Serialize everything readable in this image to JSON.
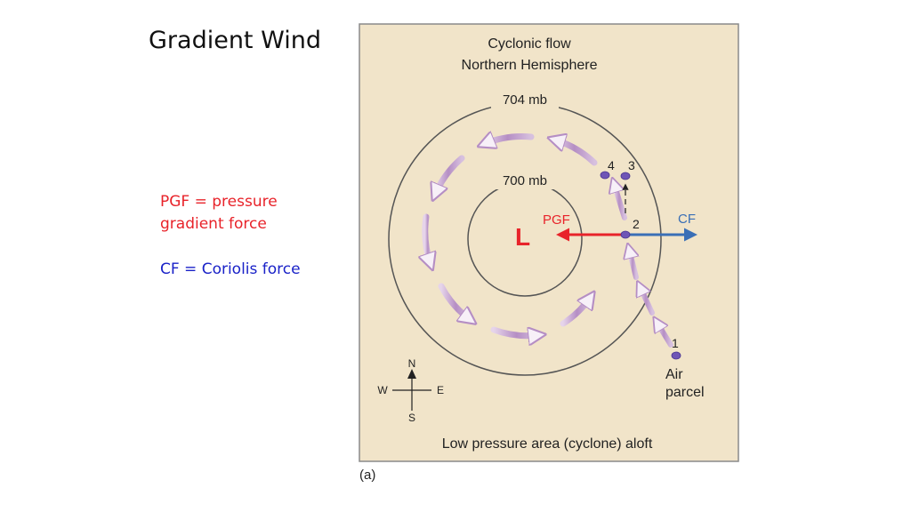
{
  "slide": {
    "title": "Gradient Wind",
    "pgf_definition_line1": "PGF = pressure",
    "pgf_definition_line2": "gradient force",
    "cf_definition": "CF = Coriolis force"
  },
  "diagram": {
    "title_line1": "Cyclonic flow",
    "title_line2": "Northern Hemisphere",
    "outer_isobar_label": "704 mb",
    "inner_isobar_label": "700 mb",
    "low_symbol": "L",
    "pgf_label": "PGF",
    "cf_label": "CF",
    "parcel_labels": {
      "p1": "1",
      "p2": "2",
      "p3": "3",
      "p4": "4"
    },
    "air_parcel_line1": "Air",
    "air_parcel_line2": "parcel",
    "compass": {
      "n": "N",
      "s": "S",
      "e": "E",
      "w": "W"
    },
    "bottom_caption": "Low pressure area (cyclone) aloft",
    "panel_label": "(a)"
  },
  "colors": {
    "panel_bg": "#f1e4c9",
    "pgf": "#e8232a",
    "cf": "#3a6fb6",
    "pgf_text": "#e8232a",
    "cf_text": "#1a22c8",
    "flow_arrow": "#b58ec4",
    "parcel": "#6f55b6",
    "isobar": "#555555"
  }
}
